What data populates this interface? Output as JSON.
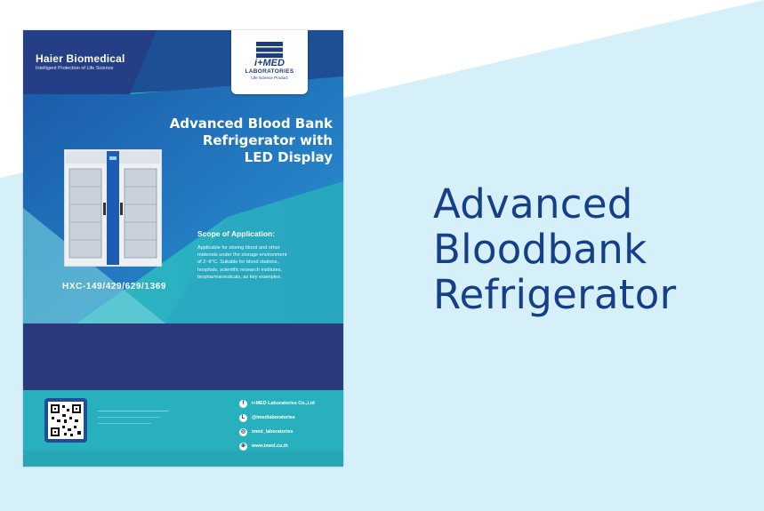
{
  "headline": {
    "lines": [
      "Advanced",
      "Bloodbank",
      "Refrigerator"
    ]
  },
  "brochure": {
    "brand": {
      "name": "Haier Biomedical",
      "tagline": "Intelligent Protection of Life Science"
    },
    "logo": {
      "word": "i+MED",
      "sub": "LABORATORIES",
      "tag": "Life Science Product"
    },
    "title": {
      "lines": [
        "Advanced Blood Bank",
        "Refrigerator with",
        "LED Display"
      ]
    },
    "model": "HXC-149/429/629/1369",
    "scope": {
      "title": "Scope of Application:",
      "body": [
        "Applicable for storing blood and other",
        "materials under the storage environment",
        "of 2~6°C. Suitable for blood stations,",
        "hospitals, scientific research institutes,",
        "biopharmaceuticals, as key examples."
      ]
    },
    "contacts": [
      {
        "icon": "facebook-icon",
        "glyph": "f",
        "label": "i+MED Laboratories Co.,Ltd"
      },
      {
        "icon": "line-icon",
        "glyph": "L",
        "label": "@imedlaboratories"
      },
      {
        "icon": "instagram-icon",
        "glyph": "◎",
        "label": "imed_laboratories"
      },
      {
        "icon": "website-icon",
        "glyph": "⊕",
        "label": "www.imed.co.th"
      }
    ]
  },
  "colors": {
    "headline": "#163f8a",
    "light_blue_band": "#d5f0f9",
    "brochure_teal": "#2ab3c2",
    "brochure_navy": "#2b3a7d"
  }
}
